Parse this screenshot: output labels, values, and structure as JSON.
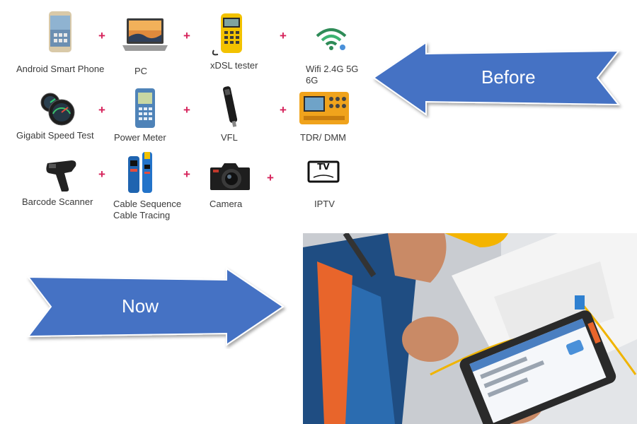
{
  "devices": [
    {
      "label": "Android Smart Phone",
      "icon": "smartphone-icon"
    },
    {
      "label": "PC",
      "icon": "laptop-icon"
    },
    {
      "label": "xDSL tester",
      "icon": "xdsl-tester-icon"
    },
    {
      "label": "Wifi 2.4G 5G 6G",
      "icon": "wifi-icon"
    },
    {
      "label": "Gigabit Speed Test",
      "icon": "speedometer-icon"
    },
    {
      "label": "Power Meter",
      "icon": "power-meter-icon"
    },
    {
      "label": "VFL",
      "icon": "vfl-pen-icon"
    },
    {
      "label": "TDR/ DMM",
      "icon": "tdr-dmm-icon"
    },
    {
      "label": "Barcode Scanner",
      "icon": "barcode-scanner-icon"
    },
    {
      "label": "Cable Sequence",
      "icon": "cable-tracer-icon"
    },
    {
      "label": "Camera",
      "icon": "camera-icon"
    },
    {
      "label": "IPTV",
      "icon": "tv-icon"
    }
  ],
  "cable_tracing_label": "Cable Tracing",
  "wifi_label_line1": "Wifi 2.4G 5G",
  "wifi_label_line2": "6G",
  "plus_sign": "+",
  "tv_text": "TV",
  "before_label": "Before",
  "now_label": "Now",
  "colors": {
    "arrow_fill": "#4472c4",
    "plus": "#d6225a"
  }
}
